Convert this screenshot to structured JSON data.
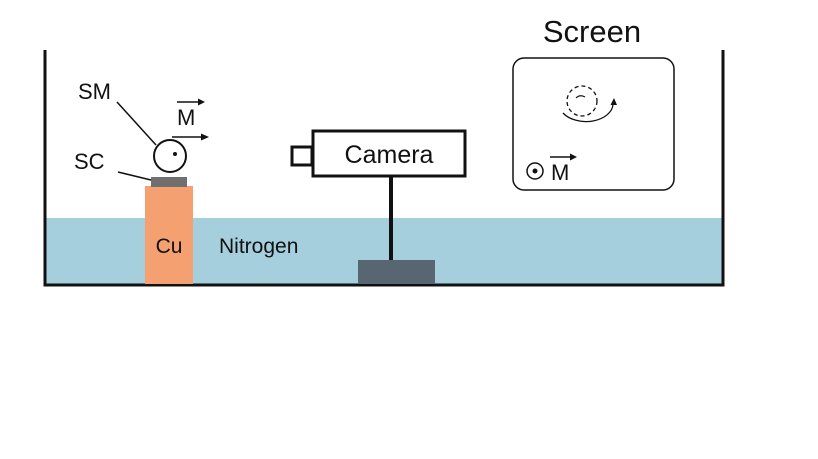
{
  "labels": {
    "screen_title": "Screen",
    "sm": "SM",
    "sc": "SC",
    "m_vector": "M",
    "camera": "Camera",
    "cu": "Cu",
    "nitrogen": "Nitrogen",
    "screen_m": "M"
  },
  "colors": {
    "nitrogen": "#a5cfdc",
    "copper": "#f4a070",
    "superconductor": "#6f6f6f",
    "stand_base": "#586672",
    "outline": "#111111"
  },
  "icons": {
    "out_of_page": "dot-in-circle-icon",
    "rotation": "circular-arrow-icon"
  }
}
